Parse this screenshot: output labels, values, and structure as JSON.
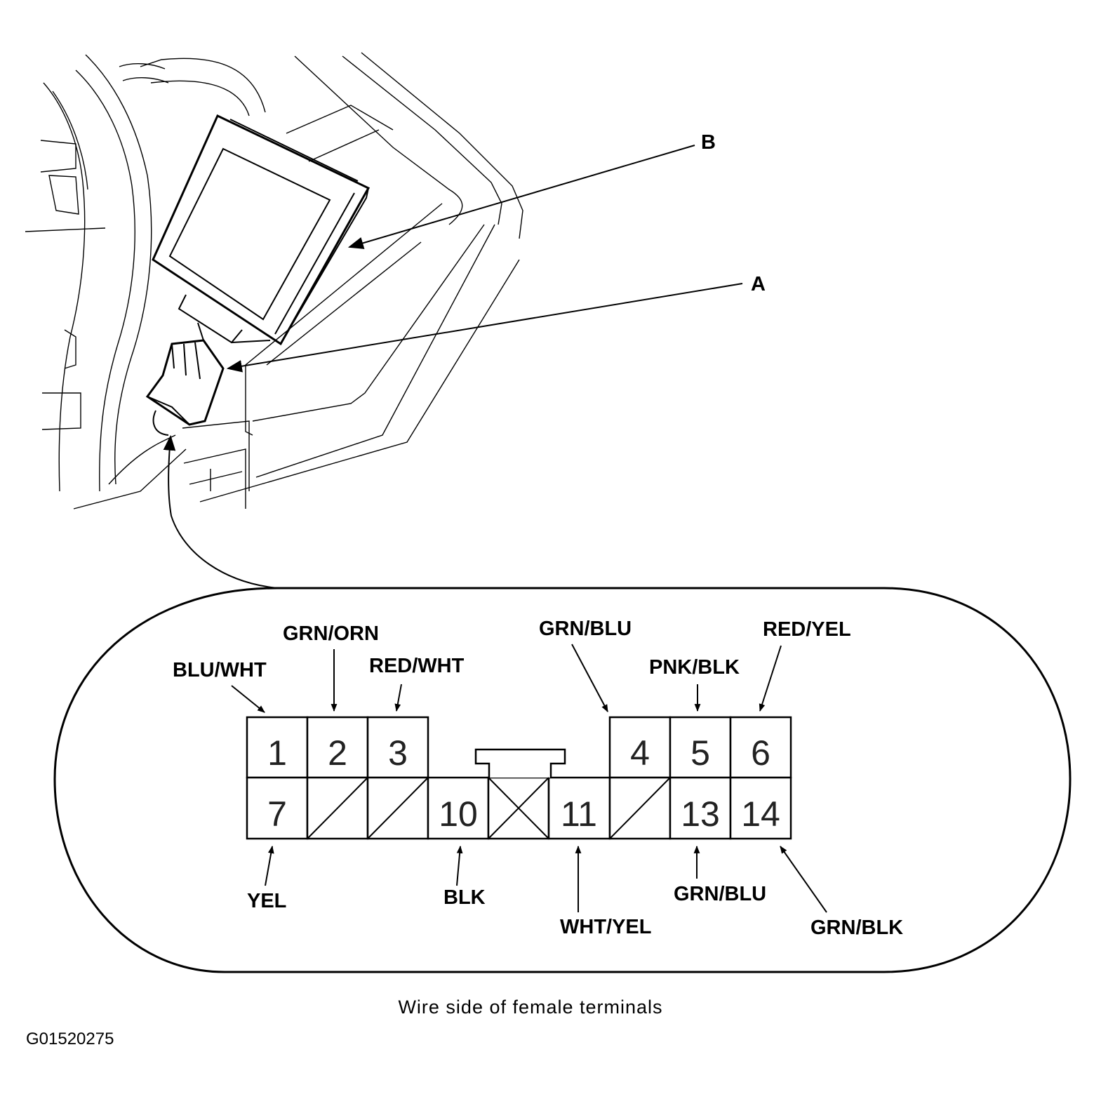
{
  "callouts": {
    "b": "B",
    "a": "A"
  },
  "pins": {
    "p1": "1",
    "p2": "2",
    "p3": "3",
    "p4": "4",
    "p5": "5",
    "p6": "6",
    "p7": "7",
    "p10": "10",
    "p11": "11",
    "p13": "13",
    "p14": "14"
  },
  "wires": {
    "w1": "BLU/WHT",
    "w2": "GRN/ORN",
    "w3": "RED/WHT",
    "w4": "GRN/BLU",
    "w5": "PNK/BLK",
    "w6": "RED/YEL",
    "w7": "YEL",
    "w10": "BLK",
    "w11": "WHT/YEL",
    "w13": "GRN/BLU",
    "w14": "GRN/BLK"
  },
  "caption": "Wire side of female terminals",
  "figure_code": "G01520275"
}
